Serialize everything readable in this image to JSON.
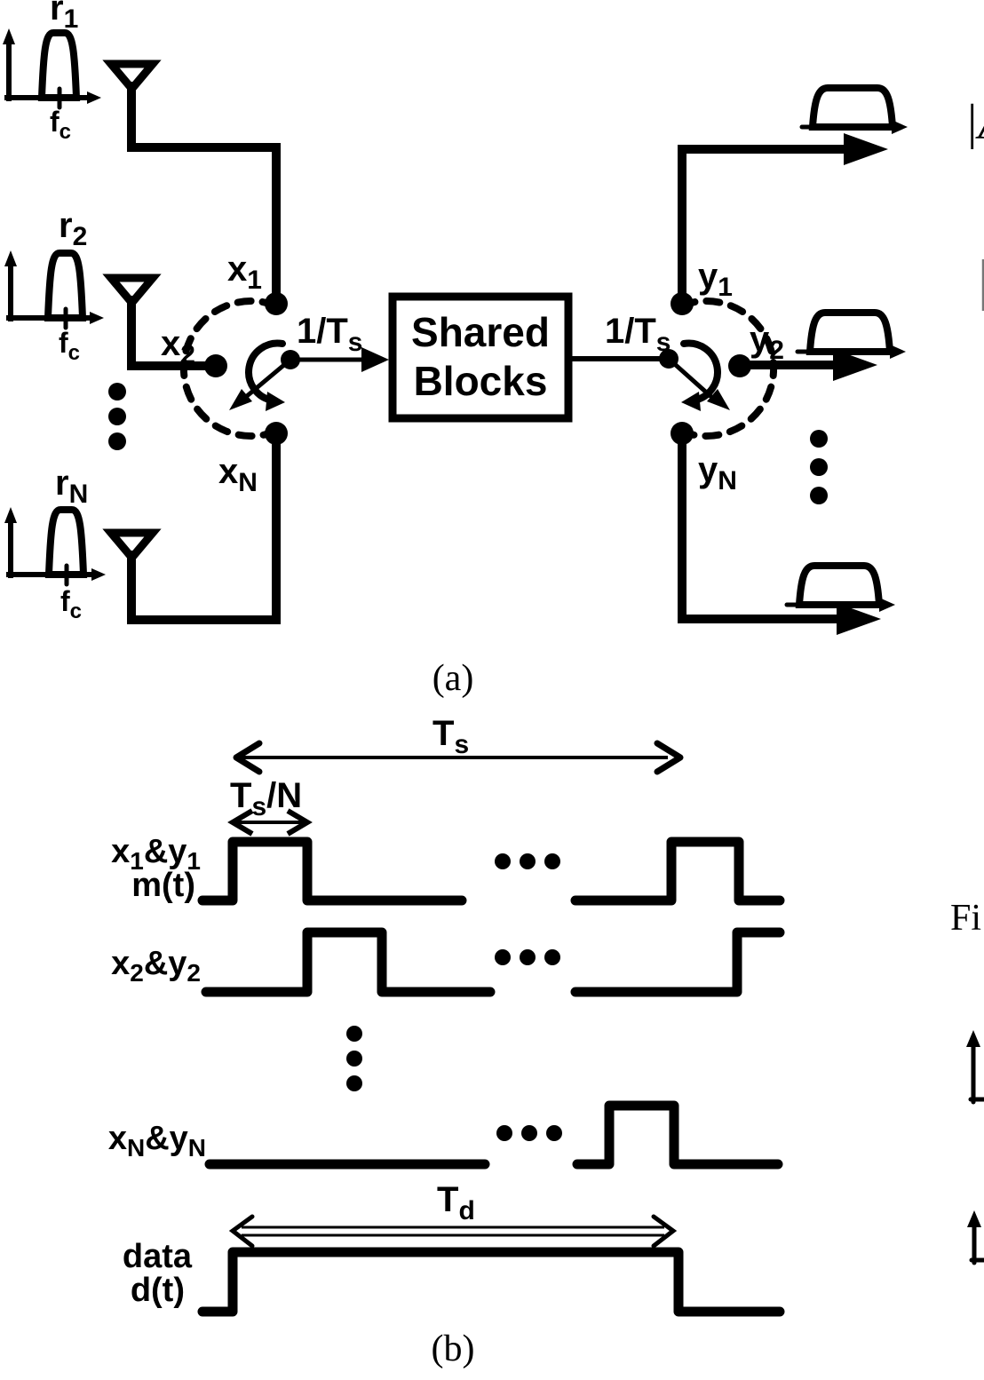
{
  "colors": {
    "ink": "#000000",
    "spec_light": "#e8e8e8",
    "spec_mid": "#b6b6b6",
    "spec_dark": "#9d9d9d",
    "frag_gray": "#777777"
  },
  "a": {
    "caption": "(a)",
    "box_line1": "Shared",
    "box_line2": "Blocks",
    "rate": {
      "b": "1/T",
      "s": "s"
    },
    "r1": {
      "b": "r",
      "s": "1"
    },
    "r2": {
      "b": "r",
      "s": "2"
    },
    "rn": {
      "b": "r",
      "s": "N"
    },
    "fc": {
      "b": "f",
      "s": "c"
    },
    "x1": {
      "b": "x",
      "s": "1"
    },
    "x2": {
      "b": "x",
      "s": "2"
    },
    "xn": {
      "b": "x",
      "s": "N"
    },
    "y1": {
      "b": "y",
      "s": "1"
    },
    "y2": {
      "b": "y",
      "s": "2"
    },
    "yn": {
      "b": "y",
      "s": "N"
    }
  },
  "b": {
    "caption": "(b)",
    "ts": {
      "b": "T",
      "s": "s"
    },
    "tsn": {
      "b": "T",
      "s": "s",
      "r": "/N"
    },
    "td": {
      "b": "T",
      "s": "d"
    },
    "row1": {
      "p1": "x",
      "s1": "1",
      "p2": "&y",
      "s2": "1"
    },
    "row1_fn": "m(t)",
    "row2": {
      "p1": "x",
      "s1": "2",
      "p2": "&y",
      "s2": "2"
    },
    "rown": {
      "p1": "x",
      "s1": "N",
      "p2": "&y",
      "s2": "N"
    },
    "data_word": "data",
    "data_fn": "d(t)"
  },
  "fragments": {
    "amp": "|A",
    "fig": "Fi"
  }
}
